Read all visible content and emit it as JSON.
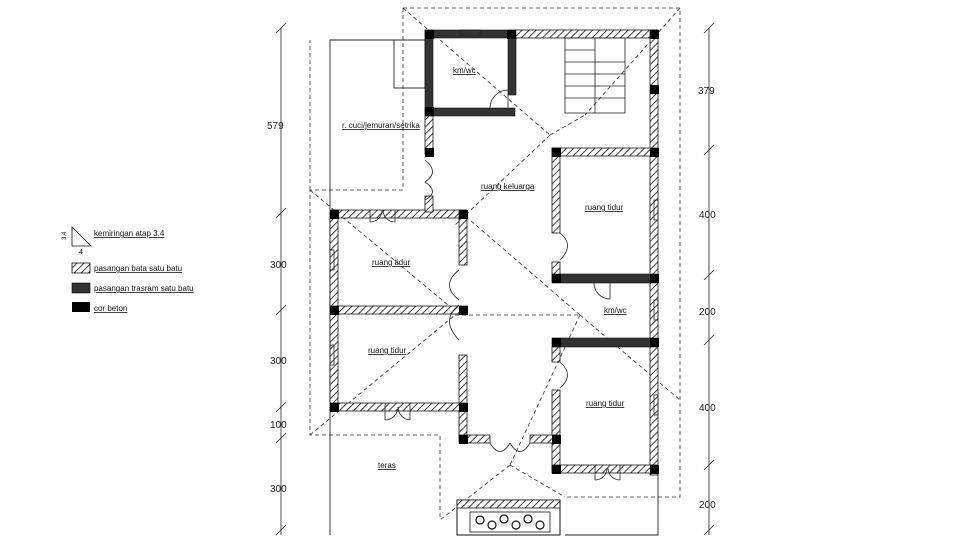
{
  "legend": {
    "roof_slope": "kemiringan atap 3.4",
    "slope_rise": "3.4",
    "slope_run": "4",
    "brick_wall": "pasangan bata satu batu",
    "trasram_wall": "pasangan trasram satu batu",
    "concrete": "cor beton"
  },
  "rooms": {
    "laundry": "r. cuci/jemuran/setrika",
    "bath_top": "km/wc",
    "family": "ruang keluarga",
    "bed_top_right": "ruang tidur",
    "bed_left_upper": "ruang tidur",
    "bed_left_lower": "ruang tidur",
    "bath_right": "km/wc",
    "bed_bottom_right": "ruang tidur",
    "terrace": "teras"
  },
  "dimensions": {
    "left": [
      "579",
      "300",
      "300",
      "100",
      "300"
    ],
    "right": [
      "379",
      "400",
      "200",
      "400",
      "200"
    ]
  },
  "colors": {
    "ink": "#111111",
    "paper": "#ffffff"
  }
}
